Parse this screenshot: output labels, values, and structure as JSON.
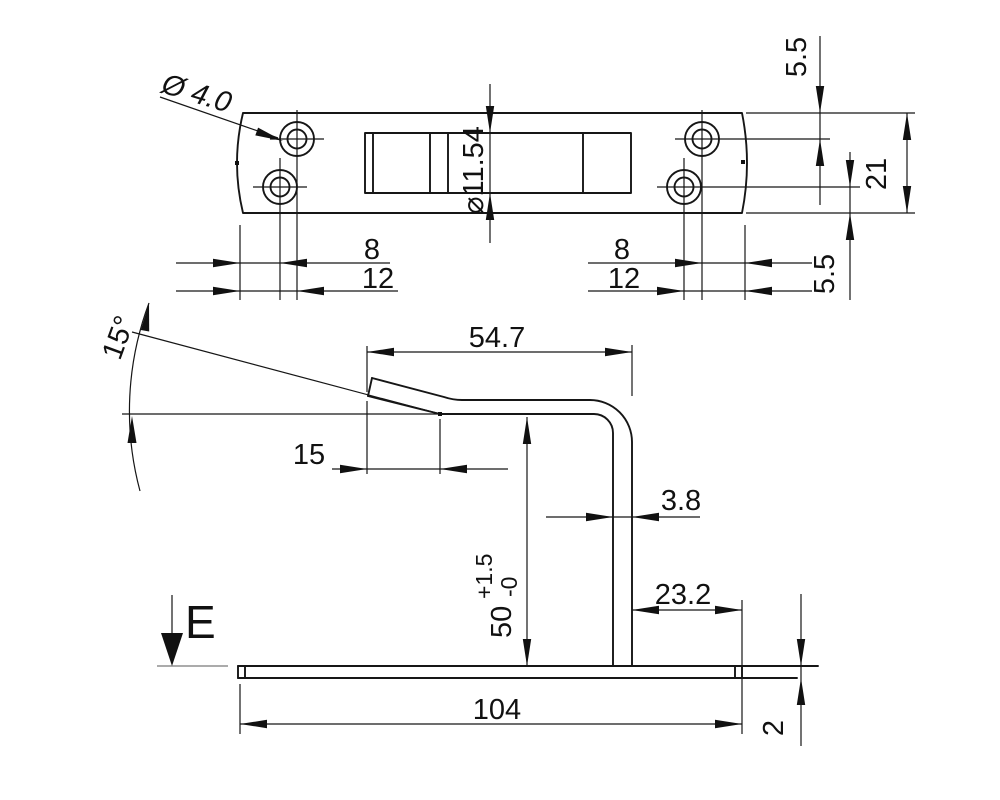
{
  "drawing": {
    "type": "technical-drawing",
    "part": "bent sheet-metal bracket / strike plate",
    "line_color": "#161616",
    "background": "#ffffff"
  },
  "top_view": {
    "hole_callout": "Ø 4.0",
    "slot_dim": "⌀11.54",
    "left_edge_to_lower_hole": "8",
    "left_edge_to_upper_hole": "12",
    "right_edge_to_upper_hole": "8",
    "right_edge_to_lower_hole": "12",
    "top_edge_to_hole": "5.5",
    "plate_width": "21",
    "bottom_edge_to_hole": "5.5"
  },
  "side_view": {
    "bend_angle": "15°",
    "arm_length": "54.7",
    "tab_length": "15",
    "leg_thickness": "3.8",
    "height_value": "50",
    "height_tol_upper": "+1.5",
    "height_tol_lower": "-0",
    "leg_to_end": "23.2",
    "base_length": "104",
    "base_thickness": "2",
    "section_label": "E"
  }
}
